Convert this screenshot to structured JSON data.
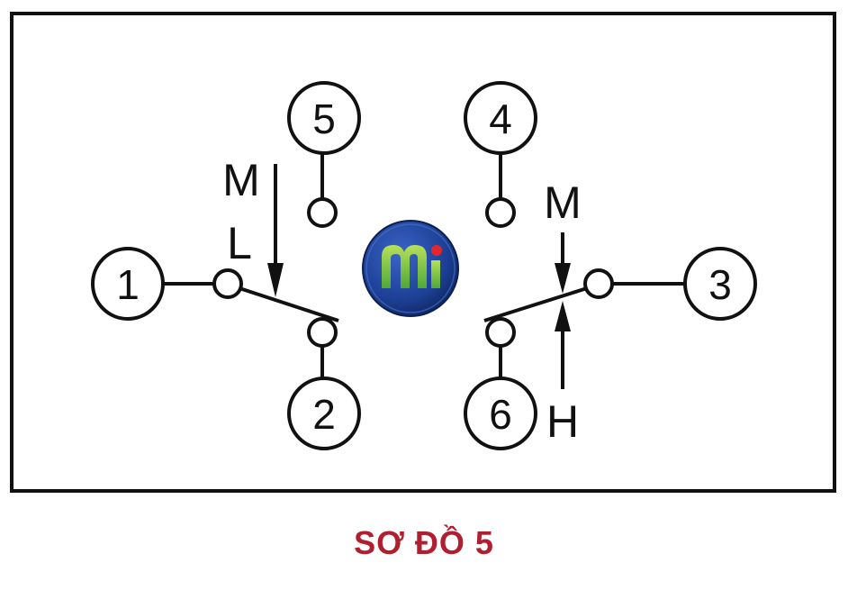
{
  "diagram": {
    "terminals": {
      "t1": "1",
      "t2": "2",
      "t3": "3",
      "t4": "4",
      "t5": "5",
      "t6": "6"
    },
    "labels": {
      "left_m": "M",
      "left_l": "L",
      "right_m": "M",
      "right_h": "H"
    }
  },
  "caption": {
    "text": "SƠ ĐỒ 5"
  },
  "colors": {
    "line": "#111111",
    "caption": "#b01e2f",
    "logo_blue": "#1c3f93",
    "logo_green": "#8ec43f",
    "logo_red": "#e3262b"
  },
  "icons": {
    "logo": "mi-logo-icon"
  }
}
